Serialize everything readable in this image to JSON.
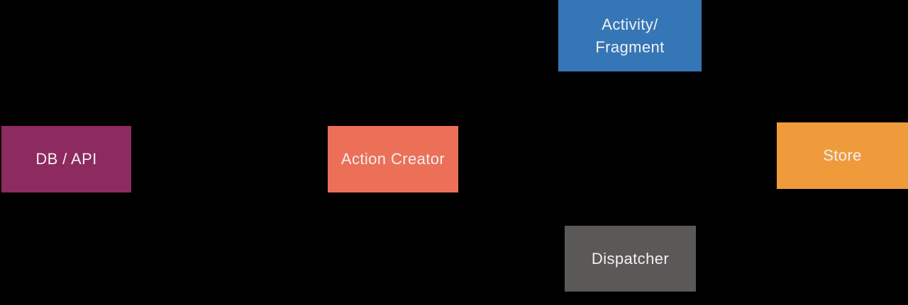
{
  "diagram": {
    "background_color": "#000000",
    "text_color": "#f2f0f1",
    "nodes": {
      "activity_fragment": {
        "line1": "Activity/",
        "line2": "Fragment",
        "color": "#3576b7"
      },
      "db_api": {
        "label": "DB / API",
        "color": "#8d2a60"
      },
      "action_creator": {
        "label": "Action Creator",
        "color": "#ec6f57"
      },
      "store": {
        "label": "Store",
        "color": "#ef9b3b"
      },
      "dispatcher": {
        "label": "Dispatcher",
        "color": "#5b5858"
      }
    }
  }
}
